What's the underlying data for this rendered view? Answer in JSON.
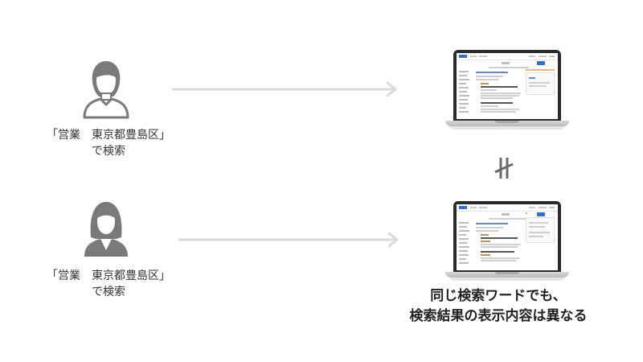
{
  "users": [
    {
      "id": "male",
      "icon": "male-user-icon",
      "search_query_line1": "「営業　東京都豊島区」",
      "search_query_line2": "で検索"
    },
    {
      "id": "female",
      "icon": "female-user-icon",
      "search_query_line1": "「営業　東京都豊島区」",
      "search_query_line2": "で検索"
    }
  ],
  "comparison_symbol": "≠",
  "result_caption": {
    "line1": "同じ検索ワードでも、",
    "line2": "検索結果の表示内容は異なる"
  },
  "colors": {
    "icon_gray": "#7a7a7a",
    "arrow_gray": "#d9d9d9",
    "text": "#333333",
    "laptop_dark": "#2b2b2b",
    "accent_blue": "#2f6fd6"
  }
}
